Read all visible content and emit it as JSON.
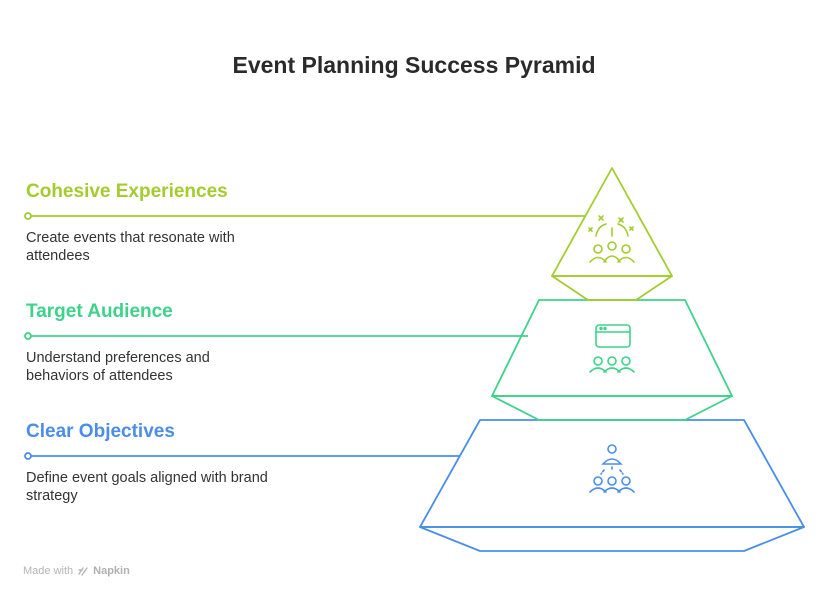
{
  "title": "Event Planning Success Pyramid",
  "colors": {
    "top": "#a3cc2e",
    "middle": "#3fd28a",
    "bottom": "#4a8eea"
  },
  "levels": [
    {
      "heading": "Cohesive Experiences",
      "description": "Create events that resonate with attendees",
      "icon": "celebration-crowd-icon"
    },
    {
      "heading": "Target Audience",
      "description": "Understand preferences and behaviors of attendees",
      "icon": "audience-screen-icon"
    },
    {
      "heading": "Clear Objectives",
      "description": "Define event goals aligned with brand strategy",
      "icon": "leader-team-icon"
    }
  ],
  "footer": {
    "made_with": "Made with",
    "brand": "Napkin"
  }
}
